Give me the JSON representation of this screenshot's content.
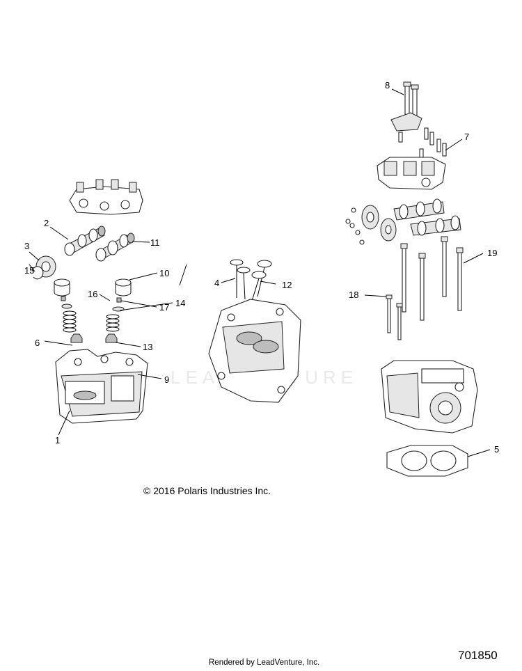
{
  "diagram": {
    "watermark": "LEADVENTURE",
    "copyright": "© 2016 Polaris Industries Inc.",
    "diagram_id": "701850",
    "rendered_by": "Rendered by LeadVenture, Inc.",
    "callouts": {
      "c1": "1",
      "c2": "2",
      "c3": "3",
      "c4": "4",
      "c5": "5",
      "c6": "6",
      "c7": "7",
      "c8": "8",
      "c9": "9",
      "c10": "10",
      "c11": "11",
      "c12": "12",
      "c13": "13",
      "c14": "14",
      "c15": "15",
      "c16": "16",
      "c17": "17",
      "c18": "18",
      "c19": "19"
    }
  }
}
